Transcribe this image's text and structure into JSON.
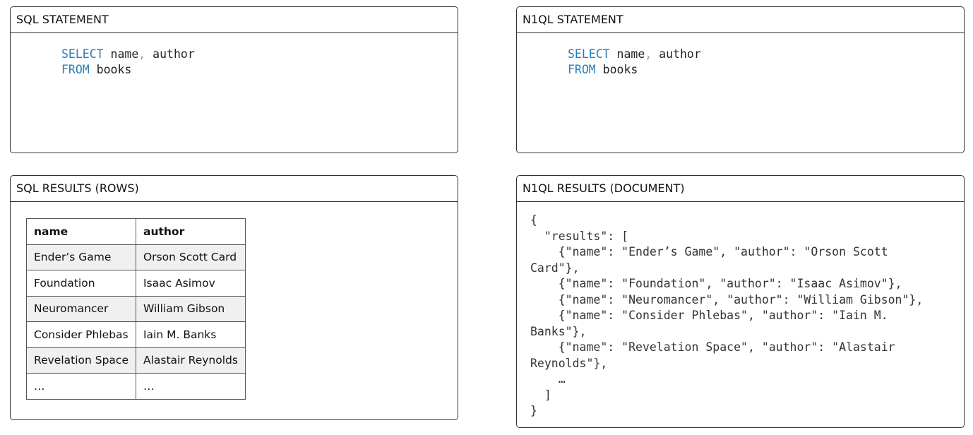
{
  "sql_statement": {
    "title": "SQL STATEMENT",
    "select_kw": "SELECT",
    "fields_a": " name",
    "comma": ",",
    "fields_b": " author",
    "from_kw": "FROM",
    "table": " books"
  },
  "n1ql_statement": {
    "title": "N1QL STATEMENT",
    "select_kw": "SELECT",
    "fields_a": " name",
    "comma": ",",
    "fields_b": " author",
    "from_kw": "FROM",
    "table": " books"
  },
  "sql_results": {
    "title": "SQL RESULTS (ROWS)",
    "columns": [
      "name",
      "author"
    ],
    "rows": [
      [
        "Ender’s Game",
        "Orson Scott Card"
      ],
      [
        "Foundation",
        "Isaac Asimov"
      ],
      [
        "Neuromancer",
        "William Gibson"
      ],
      [
        "Consider Phlebas",
        "Iain M. Banks"
      ],
      [
        "Revelation Space",
        "Alastair Reynolds"
      ],
      [
        "…",
        "…"
      ]
    ]
  },
  "n1ql_results": {
    "title": "N1QL RESULTS (DOCUMENT)",
    "lines": [
      "{",
      "  \"results\": [",
      "    {\"name\": \"Ender’s Game\", \"author\": \"Orson Scott",
      "Card\"},",
      "    {\"name\": \"Foundation\", \"author\": \"Isaac Asimov\"},",
      "    {\"name\": \"Neuromancer\", \"author\": \"William Gibson\"},",
      "    {\"name\": \"Consider Phlebas\", \"author\": \"Iain M.",
      "Banks\"},",
      "    {\"name\": \"Revelation Space\", \"author\": \"Alastair",
      "Reynolds\"},",
      "    …",
      "  ]",
      "}"
    ]
  }
}
